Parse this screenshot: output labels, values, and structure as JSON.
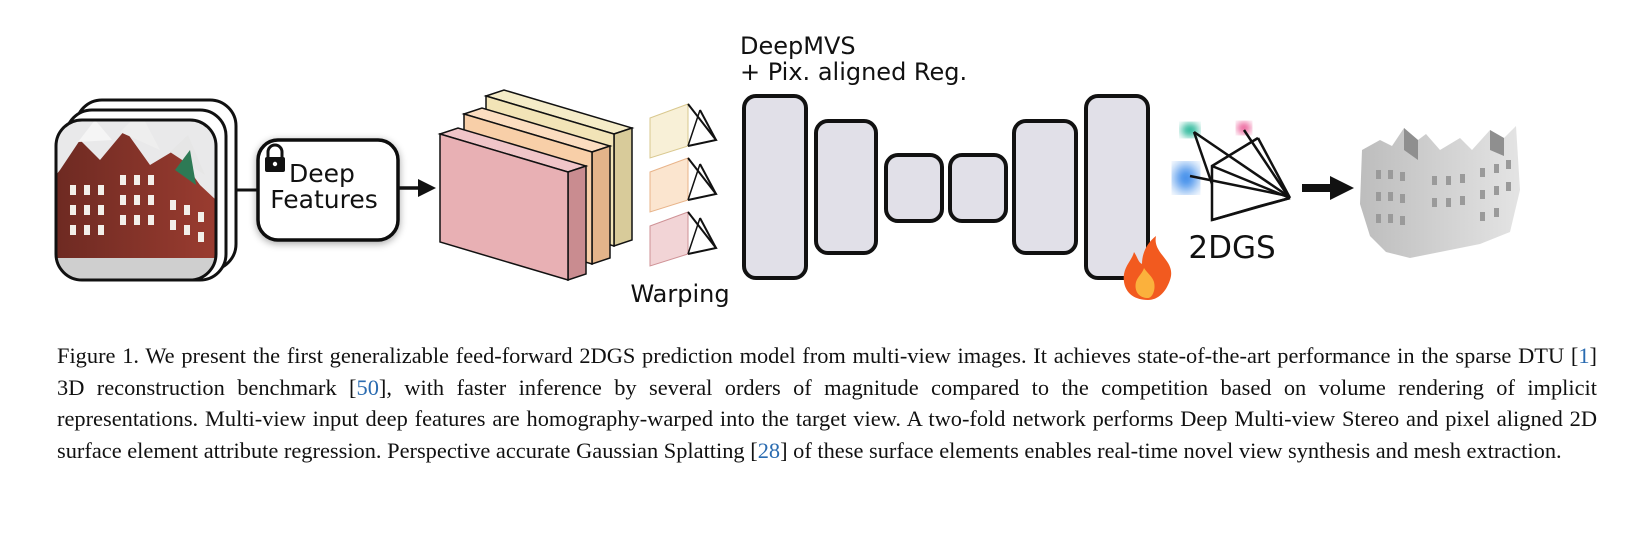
{
  "diagram": {
    "deep_features_label_1": "Deep",
    "deep_features_label_2": "Features",
    "warping_label": "Warping",
    "deepmvs_label_1": "DeepMVS",
    "deepmvs_label_2": "+ Pix. aligned Reg.",
    "twodgs_label": "2DGS",
    "icons": {
      "lock": "lock-icon",
      "fire": "fire-icon"
    },
    "colors": {
      "feature_pink": "#e8b0b4",
      "feature_orange": "#f8cfa8",
      "feature_yellow": "#f2e4b7",
      "unet_block": "#e1e0e8",
      "splat_teal": "#2ab89a",
      "splat_pink": "#e94d8d",
      "splat_blue": "#2d82e8"
    }
  },
  "caption": {
    "prefix": "Figure 1.",
    "seg1": " We present the first generalizable feed-forward 2DGS prediction model from multi-view images. It achieves state-of-the-art performance in the sparse DTU [",
    "ref1": "1",
    "seg2": "] 3D reconstruction benchmark [",
    "ref2": "50",
    "seg3": "], with faster inference by several orders of magnitude compared to the competition based on volume rendering of implicit representations. Multi-view input deep features are homography-warped into the target view. A two-fold network performs Deep Multi-view Stereo and pixel aligned 2D surface element attribute regression. Perspective accurate Gaussian Splatting [",
    "ref3": "28",
    "seg4": "] of these surface elements enables real-time novel view synthesis and mesh extraction."
  }
}
